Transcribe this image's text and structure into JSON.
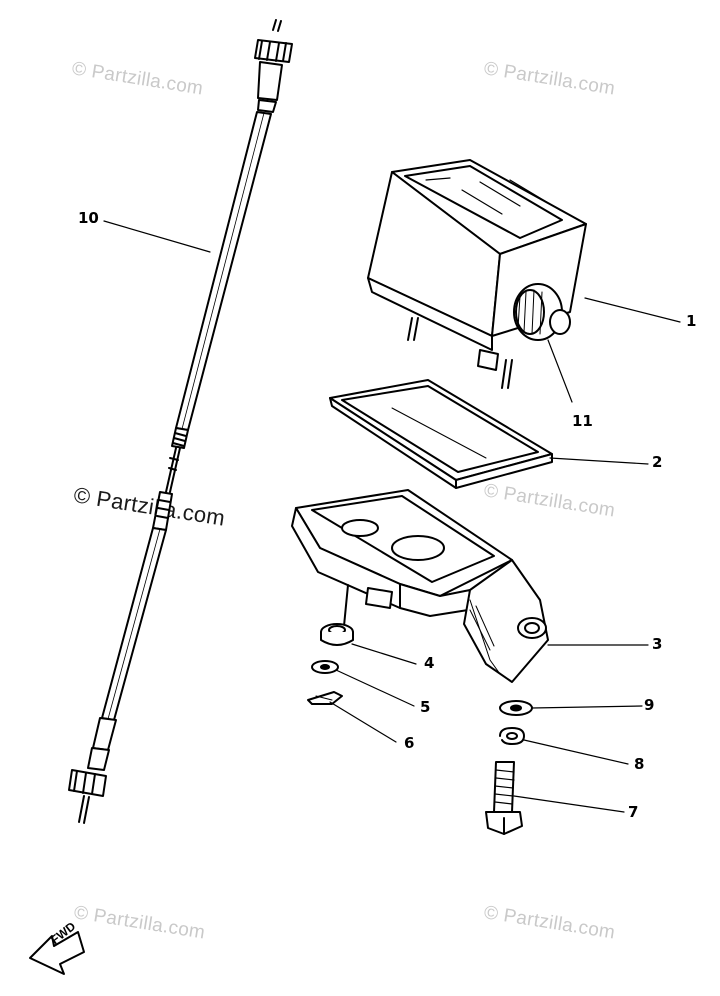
{
  "watermark": {
    "text": "© Partzilla.com"
  },
  "callouts": {
    "c1": "1",
    "c2": "2",
    "c3": "3",
    "c4": "4",
    "c5": "5",
    "c6": "6",
    "c7": "7",
    "c8": "8",
    "c9": "9",
    "c10": "10",
    "c11": "11"
  },
  "direction_marker": "FWD",
  "colors": {
    "line": "#000000",
    "watermark": "#c9c9c9",
    "background": "#ffffff"
  }
}
